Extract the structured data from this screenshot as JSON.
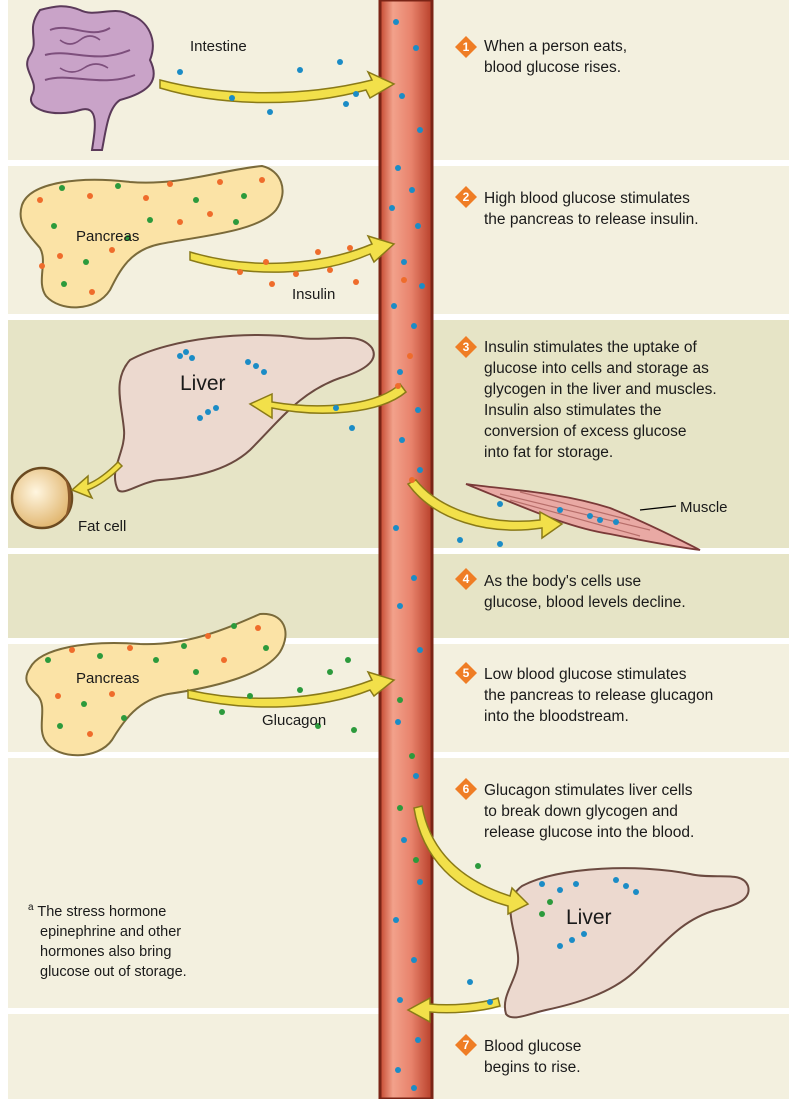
{
  "colors": {
    "band_cream": "#f3f0df",
    "band_olive": "#e6e4c6",
    "vessel": "#e8836c",
    "vessel_dark": "#b8402a",
    "glucose_dot": "#1b8cc6",
    "insulin_dot": "#ef6c2b",
    "glucagon_dot": "#2c9a3c",
    "pancreas": "#fbe3a6",
    "liver": "#ecd9cf",
    "arrow": "#f2e04a",
    "badge": "#ef7d25"
  },
  "labels": {
    "intestine": "Intestine",
    "pancreas_top": "Pancreas",
    "insulin": "Insulin",
    "liver_top": "Liver",
    "fat_cell": "Fat cell",
    "muscle": "Muscle",
    "pancreas_bottom": "Pancreas",
    "glucagon": "Glucagon",
    "liver_bottom": "Liver"
  },
  "steps": [
    {
      "number": "1",
      "lines": [
        "When a person eats,",
        "blood glucose rises."
      ]
    },
    {
      "number": "2",
      "lines": [
        "High blood glucose stimulates",
        "the pancreas to release insulin."
      ]
    },
    {
      "number": "3",
      "lines": [
        "Insulin stimulates the uptake of",
        "glucose into cells and storage as",
        "glycogen in the liver and muscles.",
        "Insulin also stimulates the",
        "conversion of excess glucose",
        "into fat for storage."
      ]
    },
    {
      "number": "4",
      "lines": [
        "As the body's cells use",
        "glucose, blood levels decline."
      ]
    },
    {
      "number": "5",
      "lines": [
        "Low blood glucose stimulates",
        "the pancreas to release glucagon",
        "into the bloodstream."
      ]
    },
    {
      "number": "6",
      "lines": [
        "Glucagon stimulates liver cells",
        "to break down glycogen and",
        "release glucose into the blood."
      ]
    },
    {
      "number": "7",
      "lines": [
        "Blood glucose",
        "begins to rise."
      ]
    }
  ],
  "footnote": {
    "marker": "a",
    "lines": [
      "The stress hormone",
      "epinephrine and other",
      "hormones also bring",
      "glucose out of storage."
    ]
  }
}
